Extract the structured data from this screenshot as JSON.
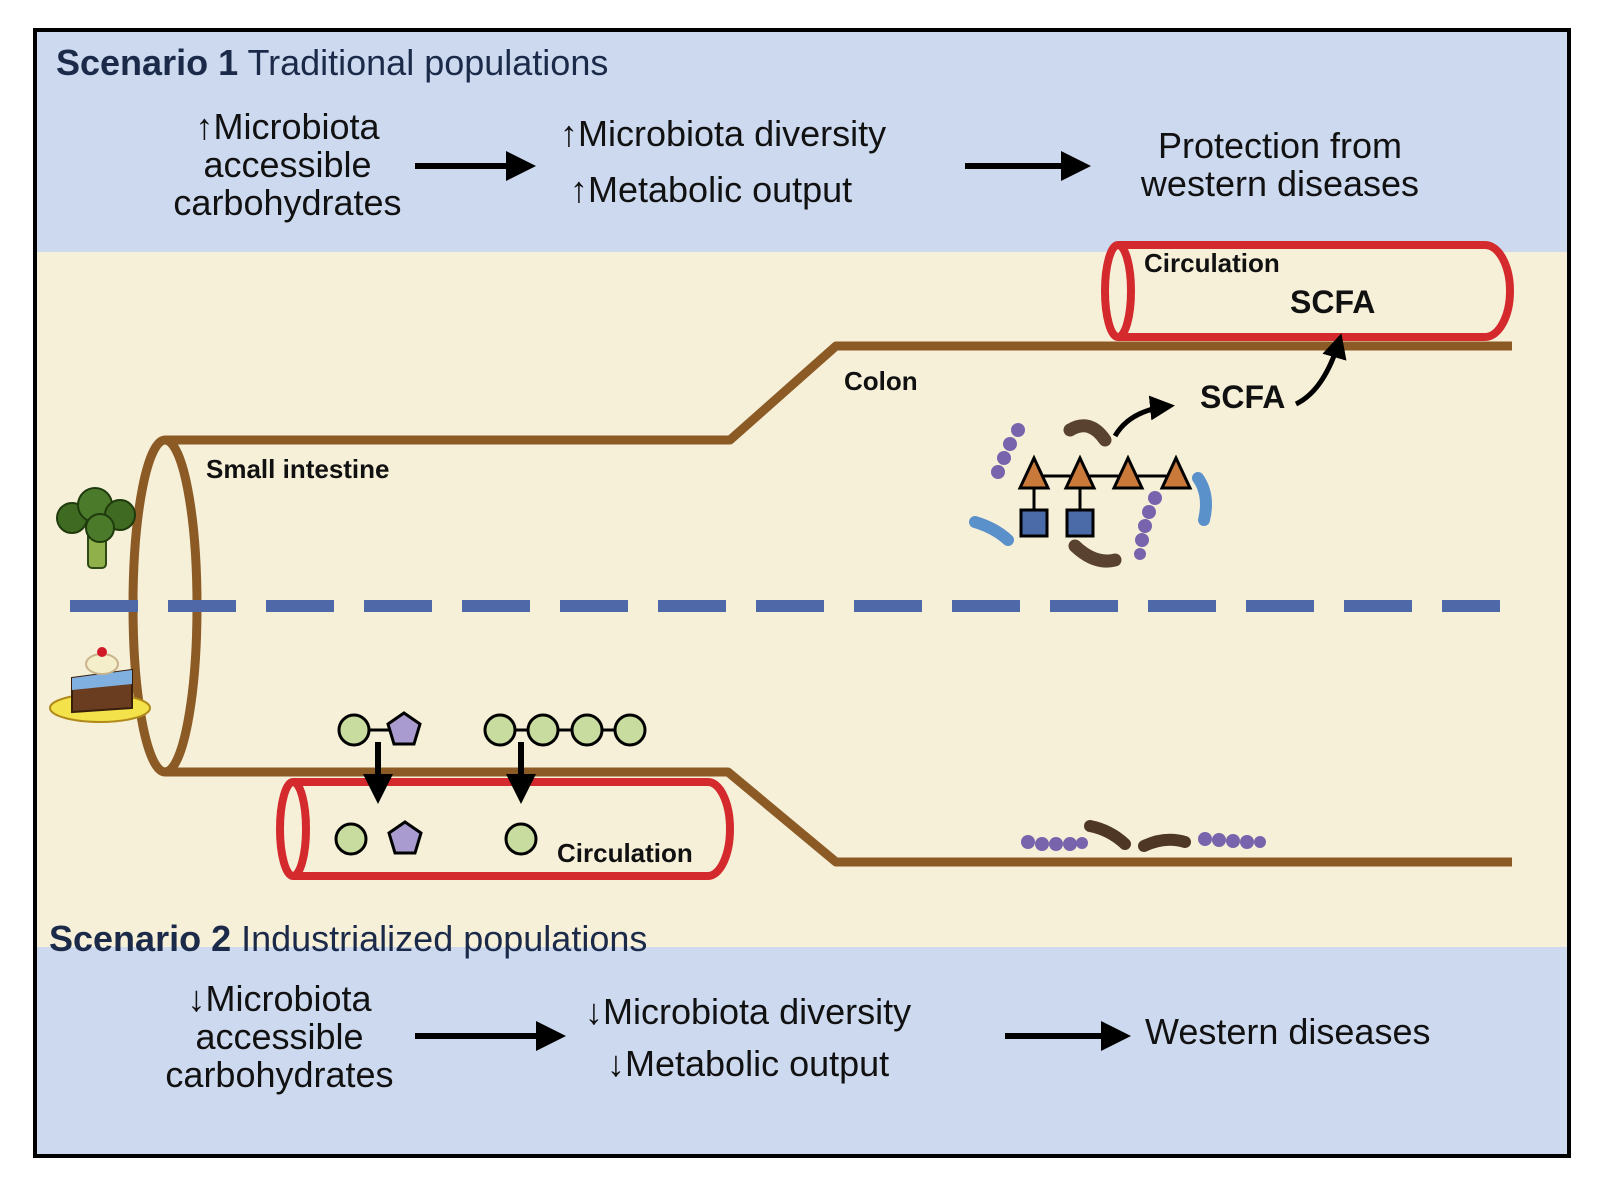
{
  "scenario1": {
    "title_bold": "Scenario 1",
    "title_rest": " Traditional populations",
    "cause": [
      "Microbiota",
      "accessible",
      "carbohydrates"
    ],
    "effect": [
      "Microbiota diversity",
      "Metabolic output"
    ],
    "outcome": [
      "Protection from",
      "western diseases"
    ]
  },
  "scenario2": {
    "title_bold": "Scenario 2",
    "title_rest": " Industrialized populations",
    "cause": [
      "Microbiota",
      "accessible",
      "carbohydrates"
    ],
    "effect": [
      "Microbiota diversity",
      "Metabolic output"
    ],
    "outcome": "Western diseases"
  },
  "labels": {
    "small_intestine": "Small intestine",
    "colon": "Colon",
    "circulation_top": "Circulation",
    "circulation_bottom": "Circulation",
    "scfa_colon": "SCFA",
    "scfa_circulation": "SCFA"
  },
  "colors": {
    "intestine": "#8b5a25",
    "vessel": "#d42a2e",
    "divider": "#4f68a8",
    "header_band": "#ccd9ef",
    "gut_bg": "#f6f0d9",
    "triangle": "#c97a3a",
    "square": "#4a6aa8",
    "circle": "#c9dca0",
    "pentagon": "#a99bd0"
  },
  "icons": [
    "up-arrow-icon",
    "down-arrow-icon",
    "right-arrow-icon",
    "broccoli-icon",
    "cake-icon",
    "bacteria-icon"
  ]
}
